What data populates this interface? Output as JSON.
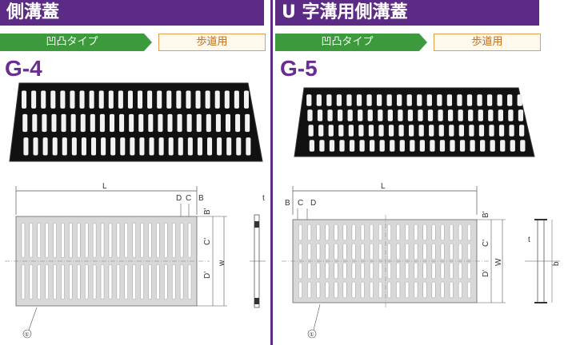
{
  "left": {
    "title": "側溝蓋",
    "type_label": "凹凸タイプ",
    "use_label": "歩道用",
    "model": "G-4",
    "dims": {
      "L": "L",
      "D": "D",
      "C": "C",
      "B": "B",
      "t": "t",
      "Bp": "B'",
      "Cp": "C'",
      "Dp": "D'",
      "w": "w",
      "circle": "①"
    }
  },
  "right": {
    "title": "U 字溝用側溝蓋",
    "type_label": "凹凸タイプ",
    "use_label": "歩道用",
    "model": "G-5",
    "dims": {
      "L": "L",
      "B": "B",
      "C": "C",
      "D": "D",
      "t": "t",
      "b": "b",
      "Bp": "B'",
      "Cp": "C'",
      "Dp": "D'",
      "W": "W",
      "circle": "①"
    }
  },
  "colors": {
    "accent": "#5b2b86",
    "green": "#3d9a3c",
    "orange": "#e0a050",
    "model": "#6a2d91"
  }
}
